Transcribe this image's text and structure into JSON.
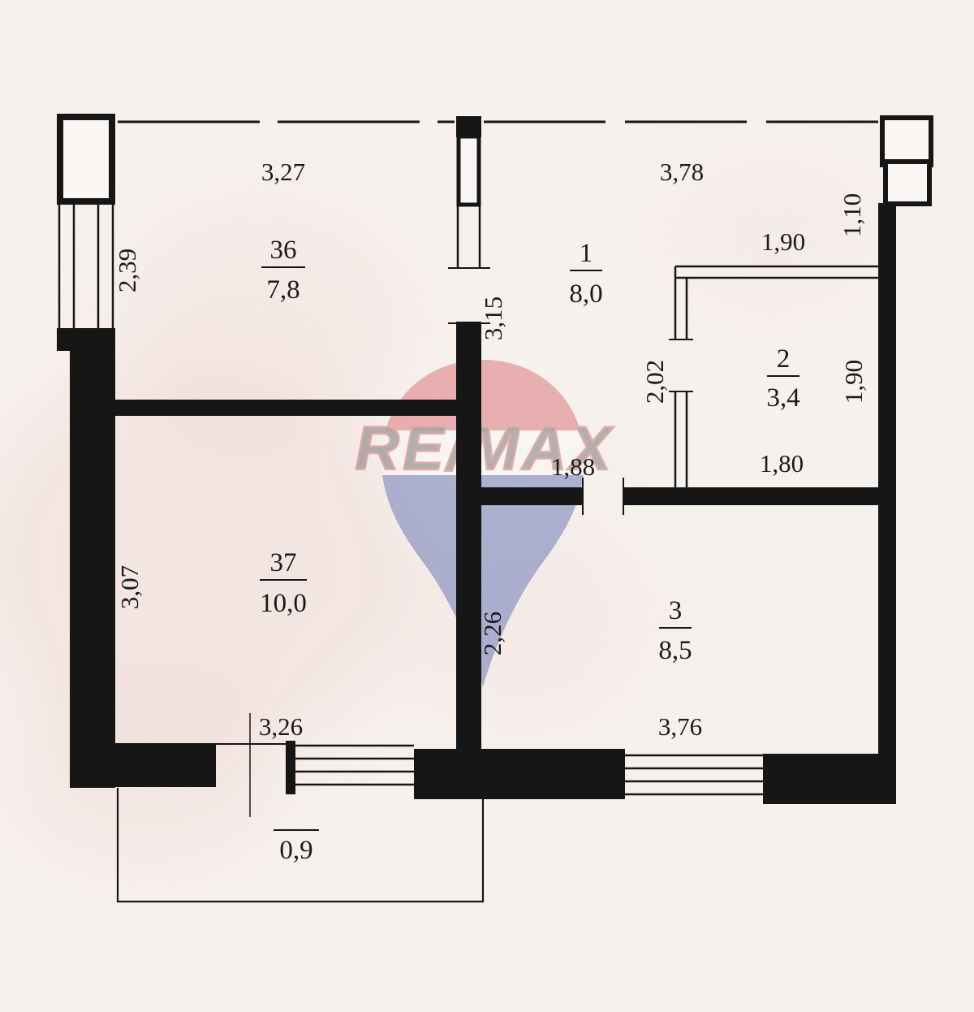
{
  "colors": {
    "paper": "#f6f1ed",
    "ink": "#161616",
    "remax_red": "#cf3a45",
    "remax_blue": "#27449c",
    "remax_white": "#fdfcfb"
  },
  "watermark": {
    "brand": "RE/MAX"
  },
  "rooms": {
    "r36": {
      "number": "36",
      "area": "7,8"
    },
    "r1": {
      "number": "1",
      "area": "8,0"
    },
    "r2": {
      "number": "2",
      "area": "3,4"
    },
    "r37": {
      "number": "37",
      "area": "10,0"
    },
    "r3": {
      "number": "3",
      "area": "8,5"
    },
    "balcony": {
      "area": "0,9"
    }
  },
  "dims": {
    "top_left_width": "3,27",
    "top_right_width": "3,78",
    "corner_right_depth": "1,10",
    "left_window": "2,39",
    "room2_top": "1,90",
    "center_wall_upper": "3,15",
    "room2_door": "2,02",
    "room2_right": "1,90",
    "hall_opening": "1,88",
    "room2_bottom": "1,80",
    "left_lower": "3,07",
    "center_wall_lower": "2,26",
    "bottom_left_window": "3,26",
    "bottom_right_window": "3,76"
  }
}
